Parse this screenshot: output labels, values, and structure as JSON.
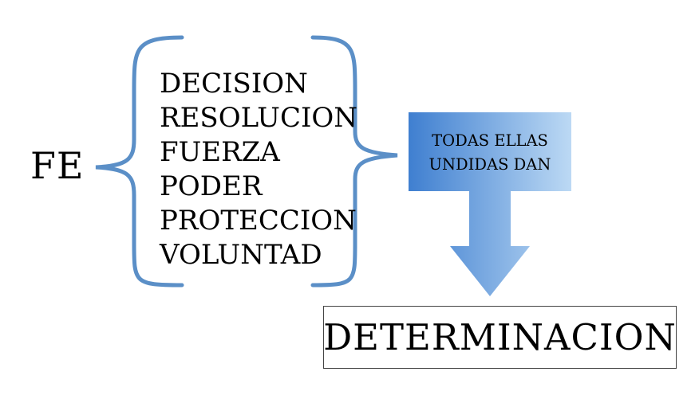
{
  "diagram": {
    "source_label": "FE",
    "items": [
      "DECISION",
      "RESOLUCION",
      "FUERZA",
      "PODER",
      "PROTECCION",
      "VOLUNTAD"
    ],
    "arrow_text_line1": "TODAS ELLAS",
    "arrow_text_line2": "UNDIDAS DAN",
    "result_label": "DETERMINACION"
  },
  "colors": {
    "brace": "#5b8fc7",
    "arrow_dark": "#3f7fd0",
    "arrow_light": "#bcd9f4",
    "box_border": "#444444",
    "text": "#000000"
  }
}
